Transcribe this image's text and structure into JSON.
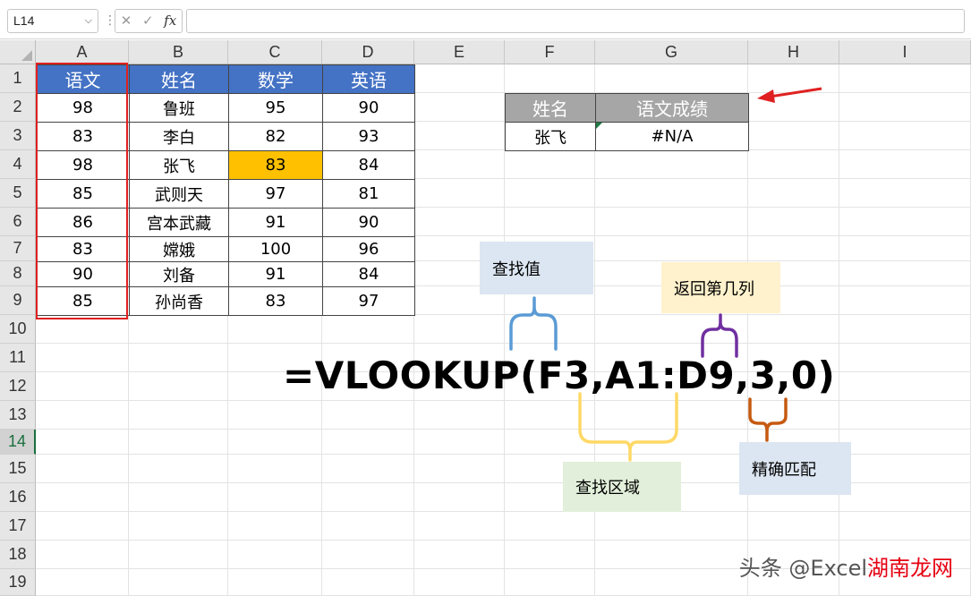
{
  "formula_bar": {
    "name_box": "L14",
    "fx": "fx",
    "content": ""
  },
  "columns": [
    "A",
    "B",
    "C",
    "D",
    "E",
    "F",
    "G",
    "H",
    "I"
  ],
  "rows": [
    "1",
    "2",
    "3",
    "4",
    "5",
    "6",
    "7",
    "8",
    "9",
    "10",
    "11",
    "12",
    "13",
    "14",
    "15",
    "16",
    "17",
    "18",
    "19"
  ],
  "selected_row": "14",
  "table": {
    "headers": [
      "语文",
      "姓名",
      "数学",
      "英语"
    ],
    "rows": [
      [
        "98",
        "鲁班",
        "95",
        "90"
      ],
      [
        "83",
        "李白",
        "82",
        "93"
      ],
      [
        "98",
        "张飞",
        "83",
        "84"
      ],
      [
        "85",
        "武则天",
        "97",
        "81"
      ],
      [
        "86",
        "宫本武藏",
        "91",
        "90"
      ],
      [
        "83",
        "嫦娥",
        "100",
        "96"
      ],
      [
        "90",
        "刘备",
        "91",
        "84"
      ],
      [
        "85",
        "孙尚香",
        "83",
        "97"
      ]
    ],
    "highlight_color": "#ffc000",
    "header_color": "#4472c4"
  },
  "lookup": {
    "headers": [
      "姓名",
      "语文成绩"
    ],
    "values": [
      "张飞",
      "#N/A"
    ],
    "header_color": "#a6a6a6"
  },
  "formula": "=VLOOKUP(F3,A1:D9,3,0)",
  "annotations": {
    "lookup_value": "查找值",
    "column_index": "返回第几列",
    "lookup_range": "查找区域",
    "exact_match": "精确匹配"
  },
  "annotation_colors": {
    "lookup_value": "#5b9bd5",
    "column_index": "#7030a0",
    "lookup_range": "#ffd966",
    "exact_match": "#c55a11"
  },
  "watermark": {
    "prefix": "头条 @Excel",
    "suffix": "湖南龙网"
  }
}
